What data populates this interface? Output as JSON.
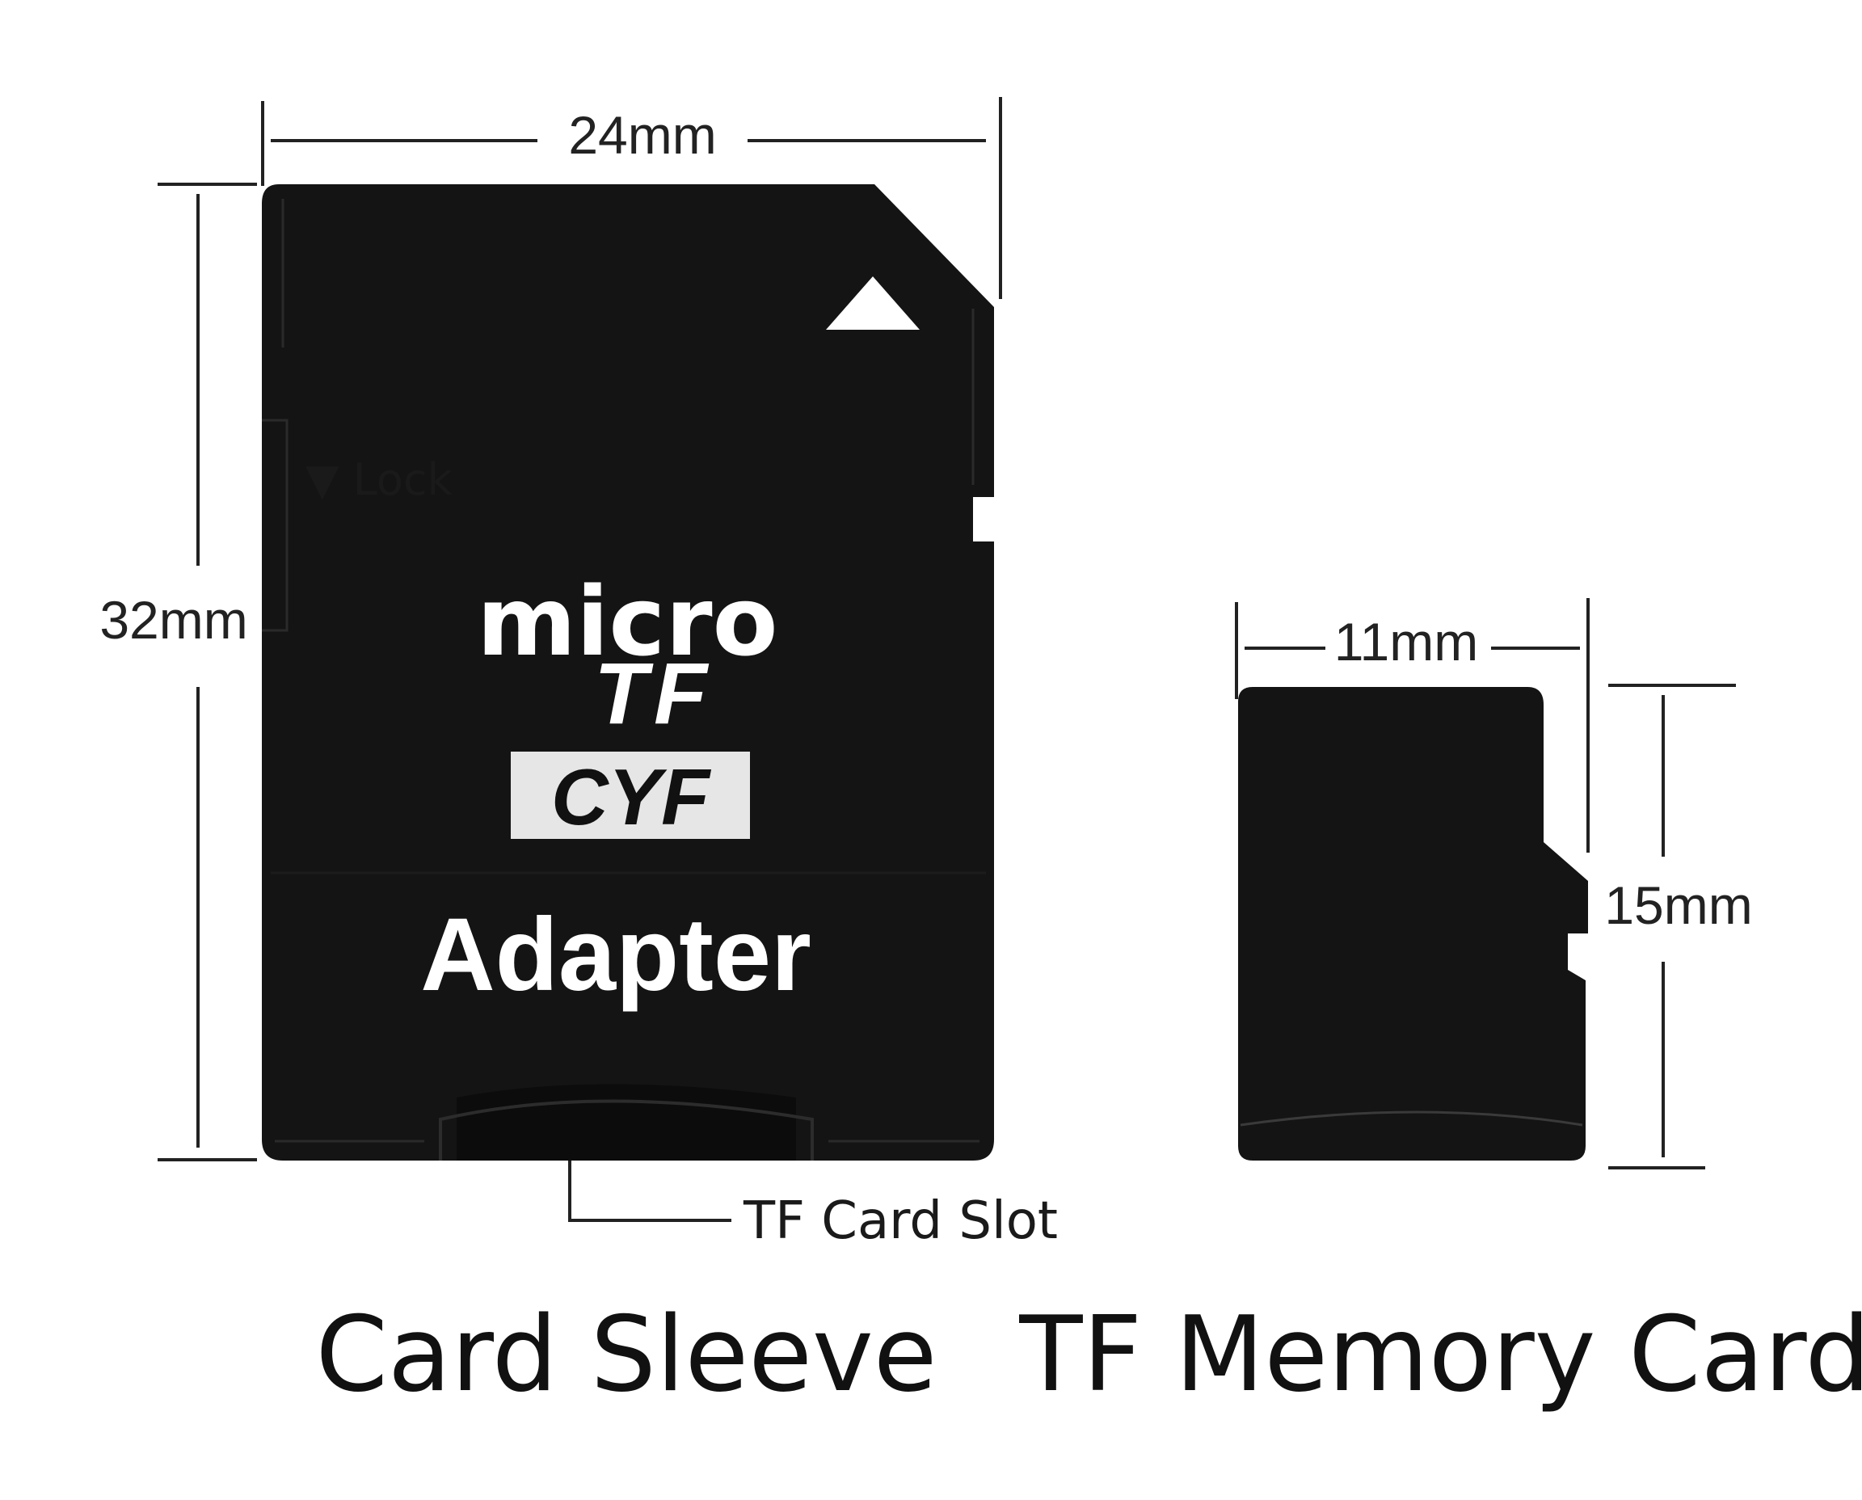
{
  "dimensions": {
    "sleeve_width": "24mm",
    "sleeve_height": "32mm",
    "card_width": "11mm",
    "card_height": "15mm"
  },
  "sleeve": {
    "lock_label": "▼ Lock",
    "brand_micro": "micro",
    "brand_tf": "TF",
    "brand_badge": "CYF",
    "adapter_label": "Adapter",
    "slot_callout": "TF Card Slot"
  },
  "captions": {
    "sleeve": "Card Sleeve",
    "card": "TF Memory Card"
  },
  "colors": {
    "card_body": "#141414",
    "badge_bg": "#e6e6e6",
    "lines": "#222222"
  }
}
